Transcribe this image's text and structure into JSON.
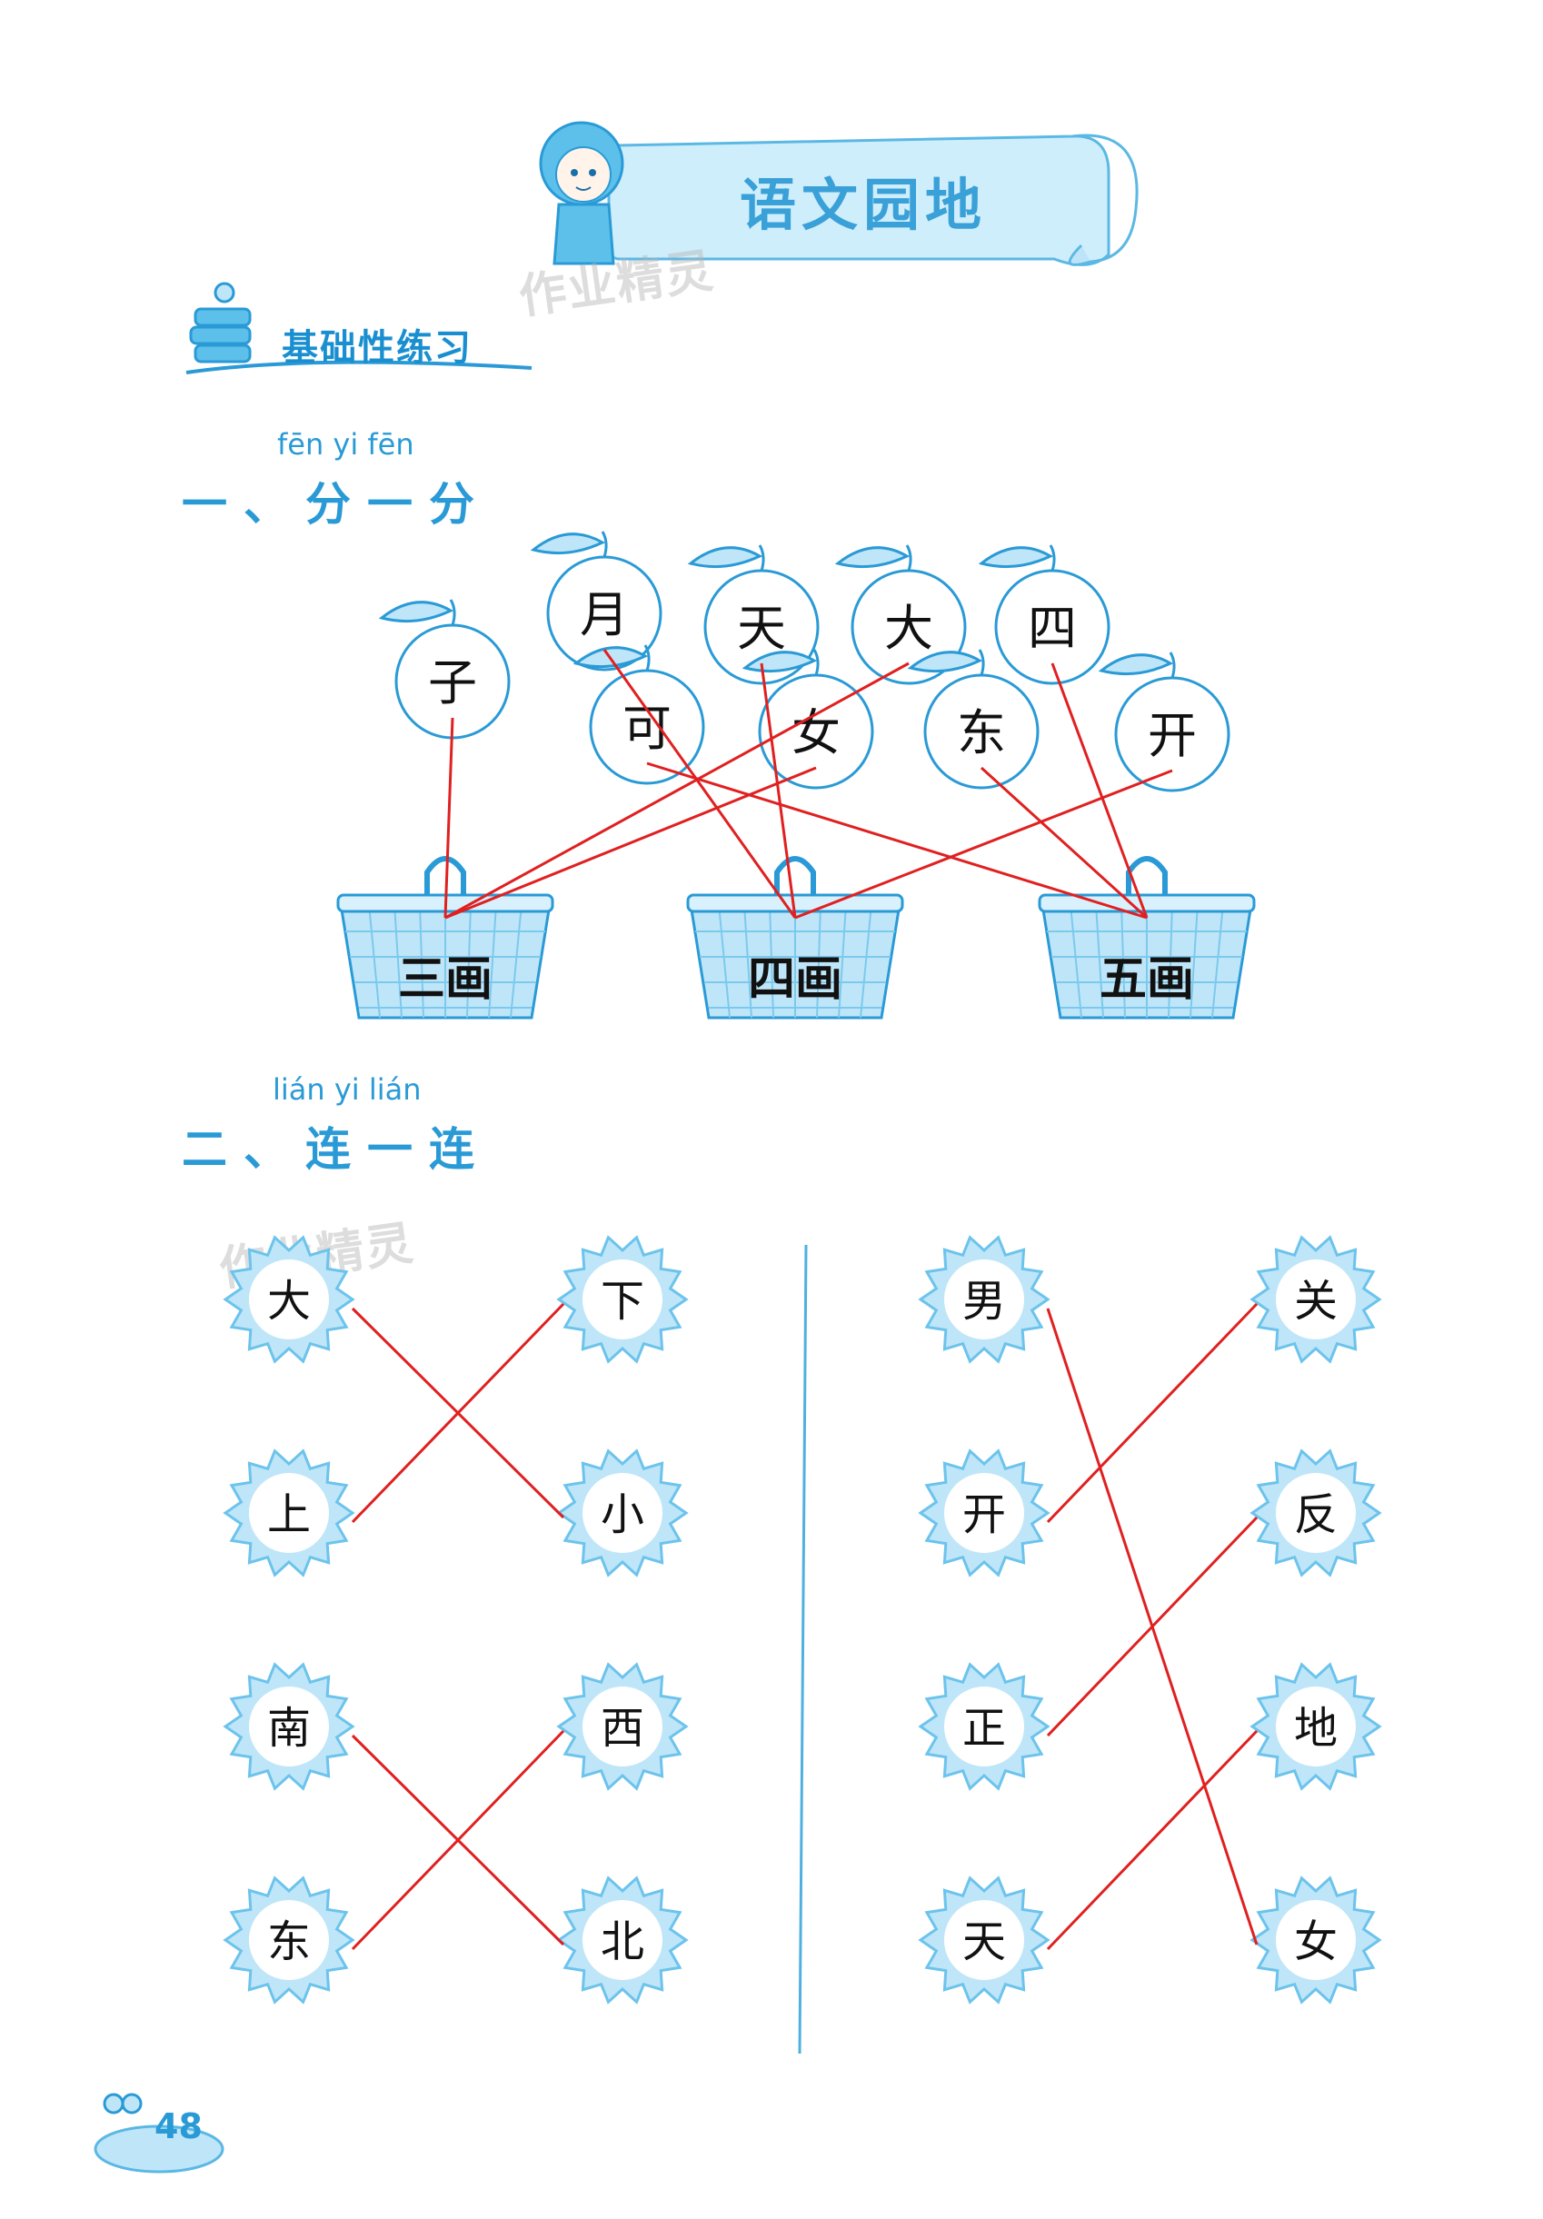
{
  "header": {
    "banner_title": "语文园地",
    "section_label": "基础性练习",
    "watermark": "作业精灵"
  },
  "exercise1": {
    "pinyin": "fēn  yi  fēn",
    "heading": "一、分一分",
    "apples": [
      "子",
      "月",
      "天",
      "大",
      "四",
      "可",
      "女",
      "东",
      "开"
    ],
    "baskets": [
      "三画",
      "四画",
      "五画"
    ],
    "answers": {
      "三画": [
        "子",
        "大",
        "女"
      ],
      "四画": [
        "月",
        "天",
        "开"
      ],
      "五画": [
        "可",
        "四",
        "东"
      ]
    }
  },
  "exercise2": {
    "pinyin": "lián yi lián",
    "heading": "二、连一连",
    "left_pairs": [
      [
        "大",
        "小"
      ],
      [
        "上",
        "下"
      ],
      [
        "南",
        "北"
      ],
      [
        "东",
        "西"
      ]
    ],
    "right_pairs": [
      [
        "男",
        "女"
      ],
      [
        "开",
        "关"
      ],
      [
        "正",
        "反"
      ],
      [
        "天",
        "地"
      ]
    ],
    "left_col_a": [
      "大",
      "上",
      "南",
      "东"
    ],
    "left_col_b": [
      "下",
      "小",
      "西",
      "北"
    ],
    "right_col_a": [
      "男",
      "开",
      "正",
      "天"
    ],
    "right_col_b": [
      "关",
      "反",
      "地",
      "女"
    ]
  },
  "footer": {
    "page_number": "48"
  },
  "colors": {
    "accent_blue": "#2a9ad6",
    "light_blue": "#bfe6f8",
    "line_red": "#e02020"
  }
}
